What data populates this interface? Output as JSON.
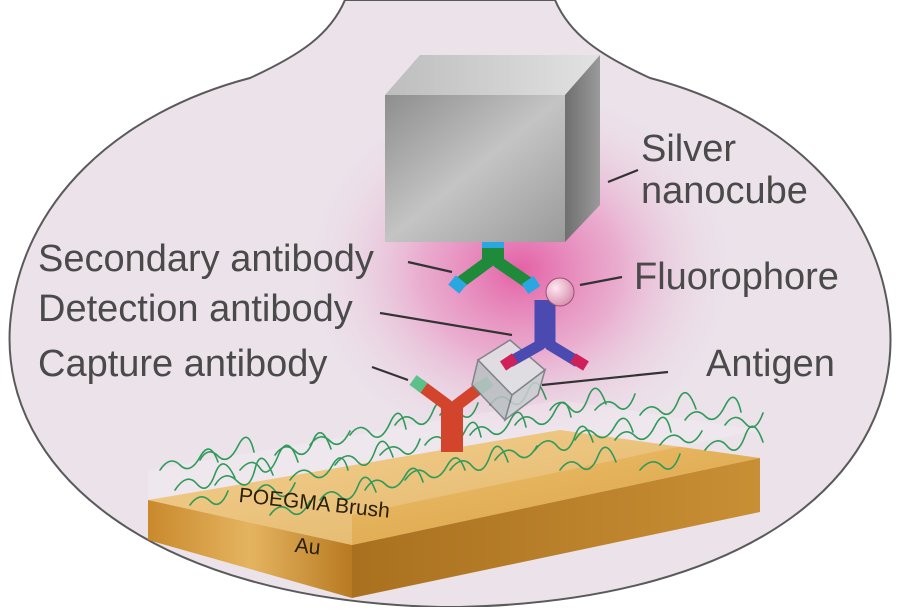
{
  "labels": {
    "silver_line1": "Silver",
    "silver_line2": "nanocube",
    "secondary": "Secondary antibody",
    "fluorophore": "Fluorophore",
    "detection": "Detection antibody",
    "capture": "Capture antibody",
    "antigen": "Antigen",
    "brush": "POEGMA Brush",
    "gold": "Au"
  },
  "colors": {
    "background_bubble": "#ebe2ea",
    "glow": "#e060a8",
    "nanocube": "#9c9c9c",
    "secondary_antibody": "#1e8a3a",
    "detection_antibody": "#4a4ab0",
    "capture_antibody": "#d2452c",
    "antigen": "#c8cdcf",
    "brush": "#2f9a5a",
    "gold": "#d9a245"
  }
}
